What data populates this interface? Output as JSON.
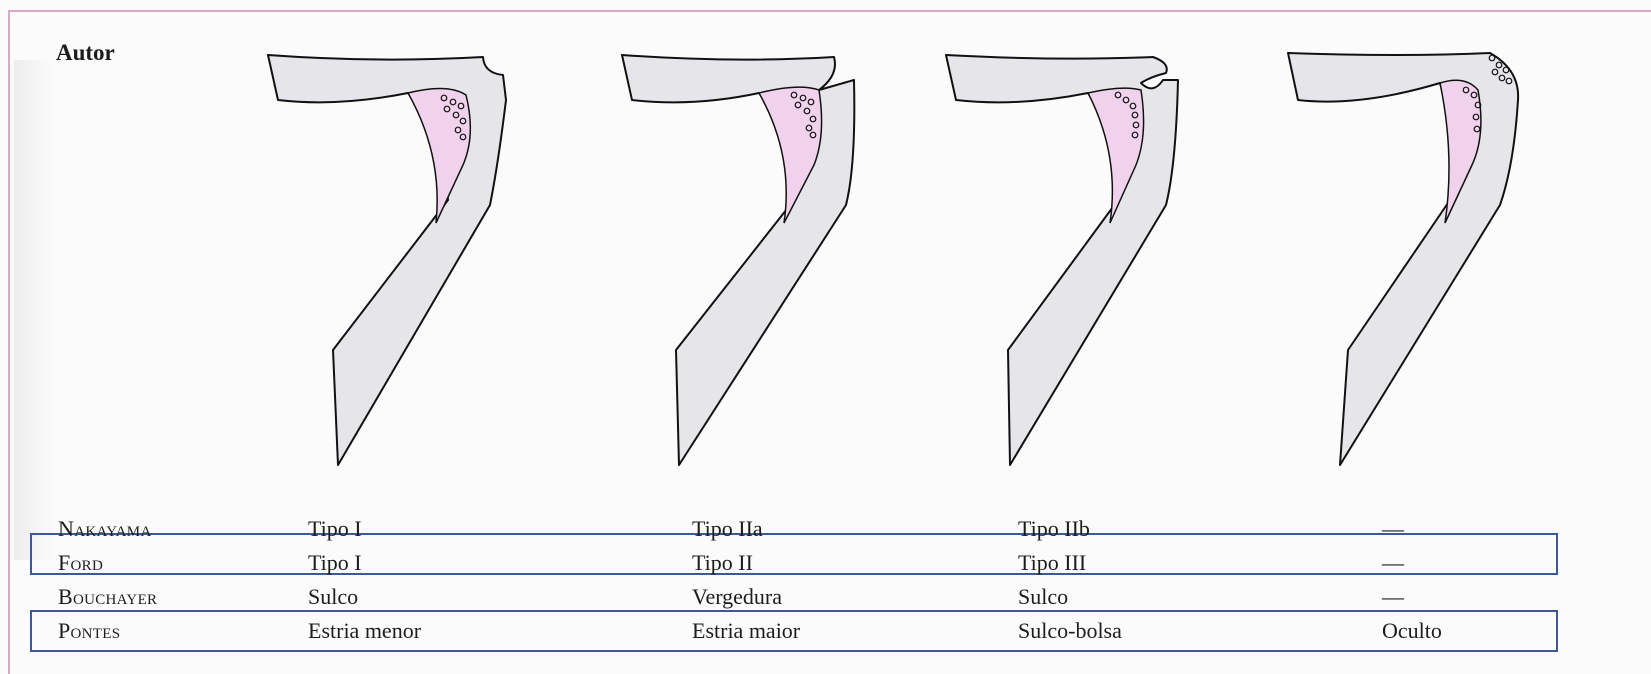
{
  "header": {
    "autor": "Autor"
  },
  "colors": {
    "tissue": "#e6e5e9",
    "pink": "#f1d2ec",
    "outline": "#111111",
    "box": "#3b5a91"
  },
  "rows": [
    {
      "author": "Nakayama",
      "cells": [
        "Tipo I",
        "Tipo IIa",
        "Tipo IIb",
        "—"
      ]
    },
    {
      "author": "Ford",
      "cells": [
        "Tipo I",
        "Tipo II",
        "Tipo III",
        "—"
      ]
    },
    {
      "author": "Bouchayer",
      "cells": [
        "Sulco",
        "Vergedura",
        "Sulco",
        "—"
      ]
    },
    {
      "author": "Pontes",
      "cells": [
        "Estria menor",
        "Estria maior",
        "Sulco-bolsa",
        "Oculto"
      ]
    }
  ],
  "highlights": [
    "Ford",
    "Pontes"
  ]
}
